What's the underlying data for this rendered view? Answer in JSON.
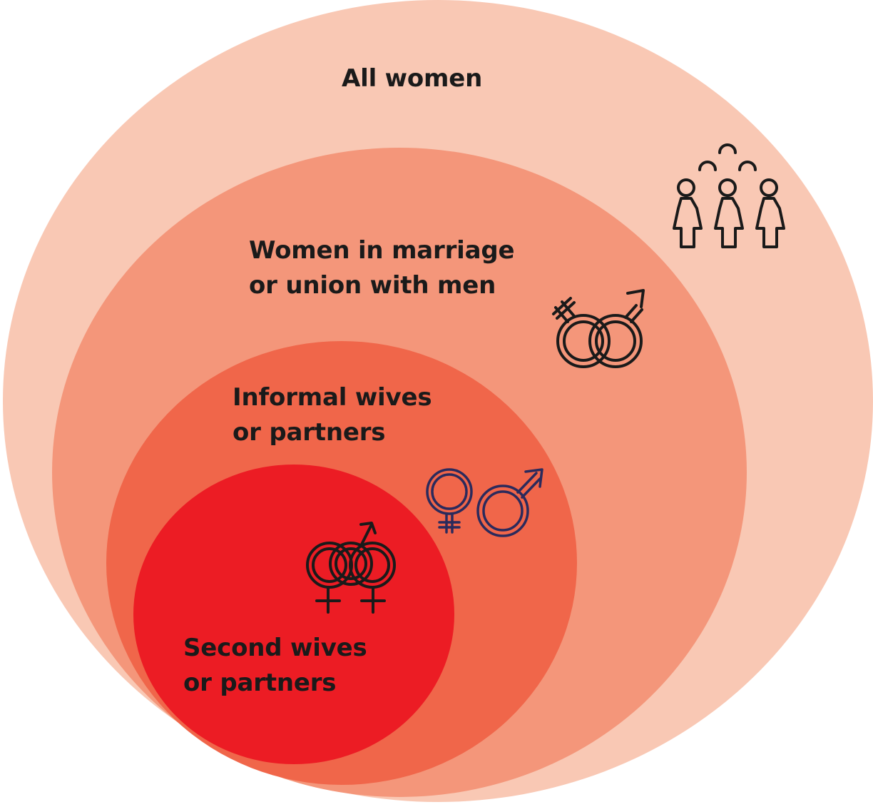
{
  "diagram": {
    "sets": [
      {
        "id": "all-women",
        "lines": [
          "All women"
        ],
        "color": "#f9c8b4",
        "icon": "three-women-icon"
      },
      {
        "id": "in-union",
        "lines": [
          "Women in marriage",
          "or union with men"
        ],
        "color": "#f4967a",
        "icon": "interlocked-female-male-icon"
      },
      {
        "id": "informal",
        "lines": [
          "Informal wives",
          "or partners"
        ],
        "color": "#f0664a",
        "icon": "female-and-male-symbols-icon"
      },
      {
        "id": "second",
        "lines": [
          "Second wives",
          "or partners"
        ],
        "color": "#ec1c24",
        "icon": "two-females-one-male-icon"
      }
    ],
    "icon_colors": {
      "dark": "#1a1a1a",
      "blue": "#2b2a5c"
    }
  }
}
